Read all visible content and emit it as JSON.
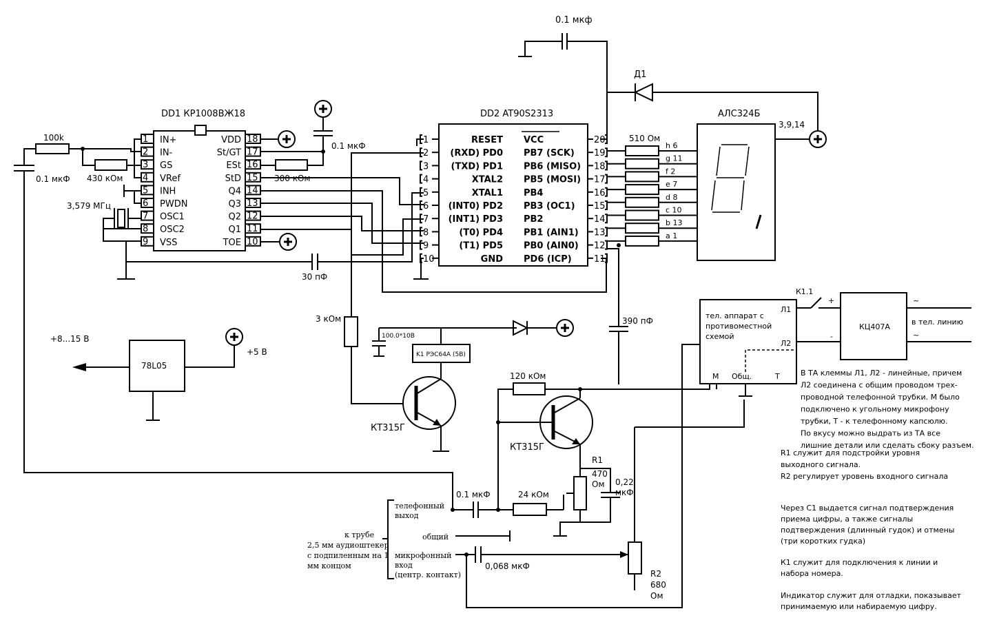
{
  "dd1": {
    "title": "DD1 КР1008ВЖ18",
    "left_pins": [
      {
        "num": "1",
        "name": "IN+"
      },
      {
        "num": "2",
        "name": "IN-"
      },
      {
        "num": "3",
        "name": "GS"
      },
      {
        "num": "4",
        "name": "VRef"
      },
      {
        "num": "5",
        "name": "INH"
      },
      {
        "num": "6",
        "name": "PWDN"
      },
      {
        "num": "7",
        "name": "OSC1"
      },
      {
        "num": "8",
        "name": "OSC2"
      },
      {
        "num": "9",
        "name": "VSS"
      }
    ],
    "right_pins": [
      {
        "num": "18",
        "name": "VDD"
      },
      {
        "num": "17",
        "name": "St/GT"
      },
      {
        "num": "16",
        "name": "ESt"
      },
      {
        "num": "15",
        "name": "StD"
      },
      {
        "num": "14",
        "name": "Q4"
      },
      {
        "num": "13",
        "name": "Q3"
      },
      {
        "num": "12",
        "name": "Q2"
      },
      {
        "num": "11",
        "name": "Q1"
      },
      {
        "num": "10",
        "name": "TOE"
      }
    ]
  },
  "dd2": {
    "title": "DD2 AT90S2313",
    "left_pins": [
      {
        "num": "1",
        "name": "RESET"
      },
      {
        "num": "2",
        "name": "(RXD) PD0"
      },
      {
        "num": "3",
        "name": "(TXD) PD1"
      },
      {
        "num": "4",
        "name": "XTAL2"
      },
      {
        "num": "5",
        "name": "XTAL1"
      },
      {
        "num": "6",
        "name": "(INT0) PD2"
      },
      {
        "num": "7",
        "name": "(INT1) PD3"
      },
      {
        "num": "8",
        "name": "(T0) PD4"
      },
      {
        "num": "9",
        "name": "(T1) PD5"
      },
      {
        "num": "10",
        "name": "GND"
      }
    ],
    "right_pins": [
      {
        "num": "20",
        "name": "VCC"
      },
      {
        "num": "19",
        "name": "PB7 (SCK)"
      },
      {
        "num": "18",
        "name": "PB6 (MISO)"
      },
      {
        "num": "17",
        "name": "PB5 (MOSI)"
      },
      {
        "num": "16",
        "name": "PB4"
      },
      {
        "num": "15",
        "name": "PB3 (OC1)"
      },
      {
        "num": "14",
        "name": "PB2"
      },
      {
        "num": "13",
        "name": "PB1 (AIN1)"
      },
      {
        "num": "12",
        "name": "PB0 (AIN0)"
      },
      {
        "num": "11",
        "name": "PD6 (ICP)"
      }
    ]
  },
  "display": {
    "title": "АЛС324Б",
    "common": "3,9,14",
    "segments": [
      "h 6",
      "g 11",
      "f 2",
      "e 7",
      "d 8",
      "c 10",
      "b 13",
      "a 1"
    ]
  },
  "components": {
    "r_100k": "100k",
    "c_in": "0.1 мкФ",
    "r_430k": "430 кОм",
    "crystal": "3,579 МГц",
    "c_vdd": "0.1 мкФ",
    "r_300k": "300 кОм",
    "c_30p": "30 пФ",
    "c_top": "0.1 мкф",
    "diode": "Д1",
    "r_510": "510 Ом",
    "c_390p": "390 пФ",
    "r_3k": "3 кОм",
    "c_100u": "100.0*10В",
    "relay": "K1 РЭС64А (5В)",
    "t1": "КТ315Г",
    "t2": "КТ315Г",
    "r_120k": "120 кОм",
    "r1": "R1",
    "r1_val": "470",
    "r1_unit": "Ом",
    "c_022": "0,22",
    "c_022_unit": "мкФ",
    "c_01_out": "0.1 мкФ",
    "r_24k": "24 кОм",
    "c_068": "0,068 мкФ",
    "r2": "R2",
    "r2_val": "680",
    "r2_unit": "Ом",
    "regulator": "78L05",
    "vin": "+8...15 В",
    "vout": "+5 В",
    "bridge": "КЦ407А",
    "k1_1": "К1.1",
    "to_line": "в тел. линию",
    "plus": "+",
    "minus": "-",
    "tilde": "~"
  },
  "phone_box": {
    "line1": "тел. аппарат с",
    "line2": "противоместной",
    "line3": "схемой",
    "l1": "Л1",
    "l2": "Л2",
    "m": "М",
    "common": "Общ.",
    "t": "Т"
  },
  "audio": {
    "tel_out_1": "телефонный",
    "tel_out_2": "выход",
    "common": "общий",
    "mic_1": "микрофонный",
    "mic_2": "вход",
    "mic_3": "(центр. контакт)",
    "plug_1": "к трубе",
    "plug_2": "2,5 мм аудиоштекер",
    "plug_3": "с подпиленным на 1",
    "plug_4": "мм концом"
  },
  "notes": {
    "block1": [
      "В ТА клеммы Л1, Л2 - линейные, причем",
      "Л2 соединена с общим проводом  трех-",
      "проводной телефонной трубки. М было",
      "подключено к угольному микрофону",
      "трубки, Т - к телефонному капсюлю.",
      "По вкусу можно выдрать из ТА все",
      "лишние детали или сделать сбоку разъем."
    ],
    "block2": [
      "R1 служит для подстройки уровня",
      "выходного сигнала.",
      "R2 регулирует уровень входного сигнала"
    ],
    "block3": [
      "Через С1 выдается сигнал подтверждения",
      "приема цифры, а также сигналы",
      "подтверждения (длинный гудок) и отмены",
      "(три коротких гудка)"
    ],
    "block4": [
      "К1 служит для подключения к линии и",
      "набора номера."
    ],
    "block5": [
      "Индикатор служит для отладки, показывает",
      "принимаемую или набираемую цифру."
    ]
  }
}
